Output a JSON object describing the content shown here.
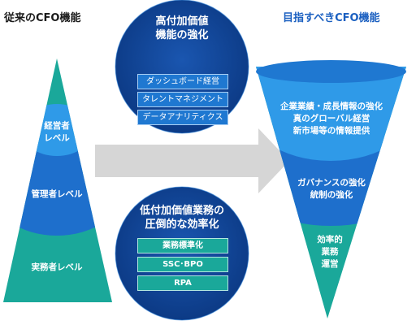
{
  "left_title": "従来のCFO機能",
  "right_title": "目指すべきCFO機能",
  "left_levels": [
    {
      "line1": "経営者",
      "line2": "レベル"
    },
    {
      "line1": "管理者レベル",
      "line2": ""
    },
    {
      "line1": "実務者レベル",
      "line2": ""
    }
  ],
  "top_circle": {
    "line1": "高付加価値",
    "line2": "機能の強化",
    "items": [
      "ダッシュボード経営",
      "タレントマネジメント",
      "データアナリティクス"
    ]
  },
  "bottom_circle": {
    "line1": "低付加価値業務の",
    "line2": "圧倒的な効率化",
    "items": [
      "業務標準化",
      "SSC･BPO",
      "RPA"
    ]
  },
  "right_levels": [
    {
      "lines": [
        "企業業績・成長情報の強化",
        "真のグローバル経営",
        "新市場等の情報提供"
      ]
    },
    {
      "lines": [
        "ガバナンスの強化",
        "統制の強化"
      ]
    },
    {
      "lines": [
        "効率的",
        "業務",
        "運営"
      ]
    }
  ],
  "colors": {
    "dark_blue": "#0e3f8f",
    "mid_blue": "#1f78d1",
    "light_blue": "#2f9ae8",
    "teal": "#1aa89a",
    "arrow_gray": "#d6d6d6",
    "right_title": "#1a5fc0"
  }
}
